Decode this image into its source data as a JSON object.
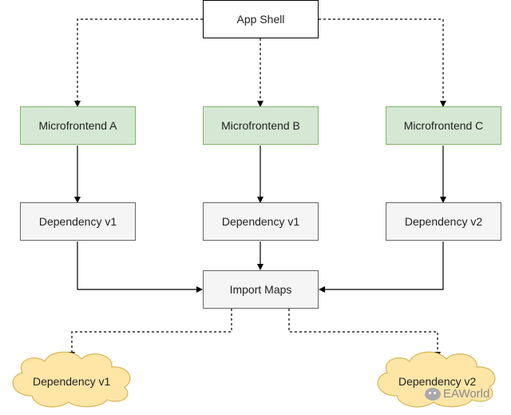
{
  "nodes": {
    "app_shell": "App Shell",
    "microfrontend_a": "Microfrontend A",
    "microfrontend_b": "Microfrontend B",
    "microfrontend_c": "Microfrontend C",
    "dependency_a": "Dependency v1",
    "dependency_b": "Dependency v1",
    "dependency_c": "Dependency v2",
    "import_maps": "Import Maps",
    "cloud_left": "Dependency v1",
    "cloud_right": "Dependency v2"
  },
  "colors": {
    "microfrontend_fill": "#d5e8d4",
    "microfrontend_border": "#82b366",
    "dependency_fill": "#f5f5f5",
    "dependency_border": "#666666",
    "cloud_fill": "#ffe6a7",
    "cloud_border": "#d6b656"
  },
  "watermark": {
    "icon": "wechat-icon",
    "text": "EAWorld"
  }
}
